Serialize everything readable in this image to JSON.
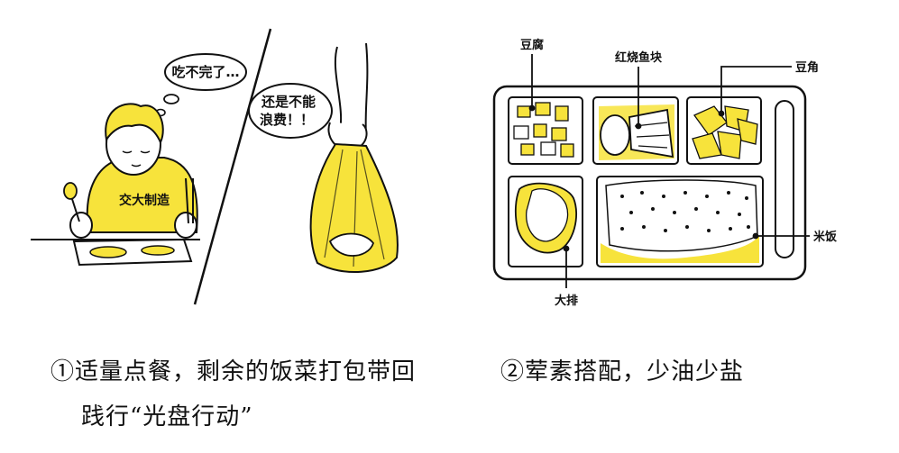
{
  "panel_left": {
    "thought_bubble_text": "吃不完了…",
    "speech_bubble_line1": "还是不能",
    "speech_bubble_line2": "浪费！！",
    "shirt_text": "交大制造"
  },
  "panel_right": {
    "labels": {
      "tofu": "豆腐",
      "braised_fish": "红烧鱼块",
      "green_beans": "豆角",
      "rice": "米饭",
      "pork_chop": "大排"
    }
  },
  "captions": {
    "left_line1": "①适量点餐，剩余的饭菜打包带回",
    "left_line2": "践行“光盘行动”",
    "right_line1": "②荤素搭配，少油少盐"
  },
  "colors": {
    "accent_yellow": "#f7e33b",
    "ink": "#111111"
  }
}
